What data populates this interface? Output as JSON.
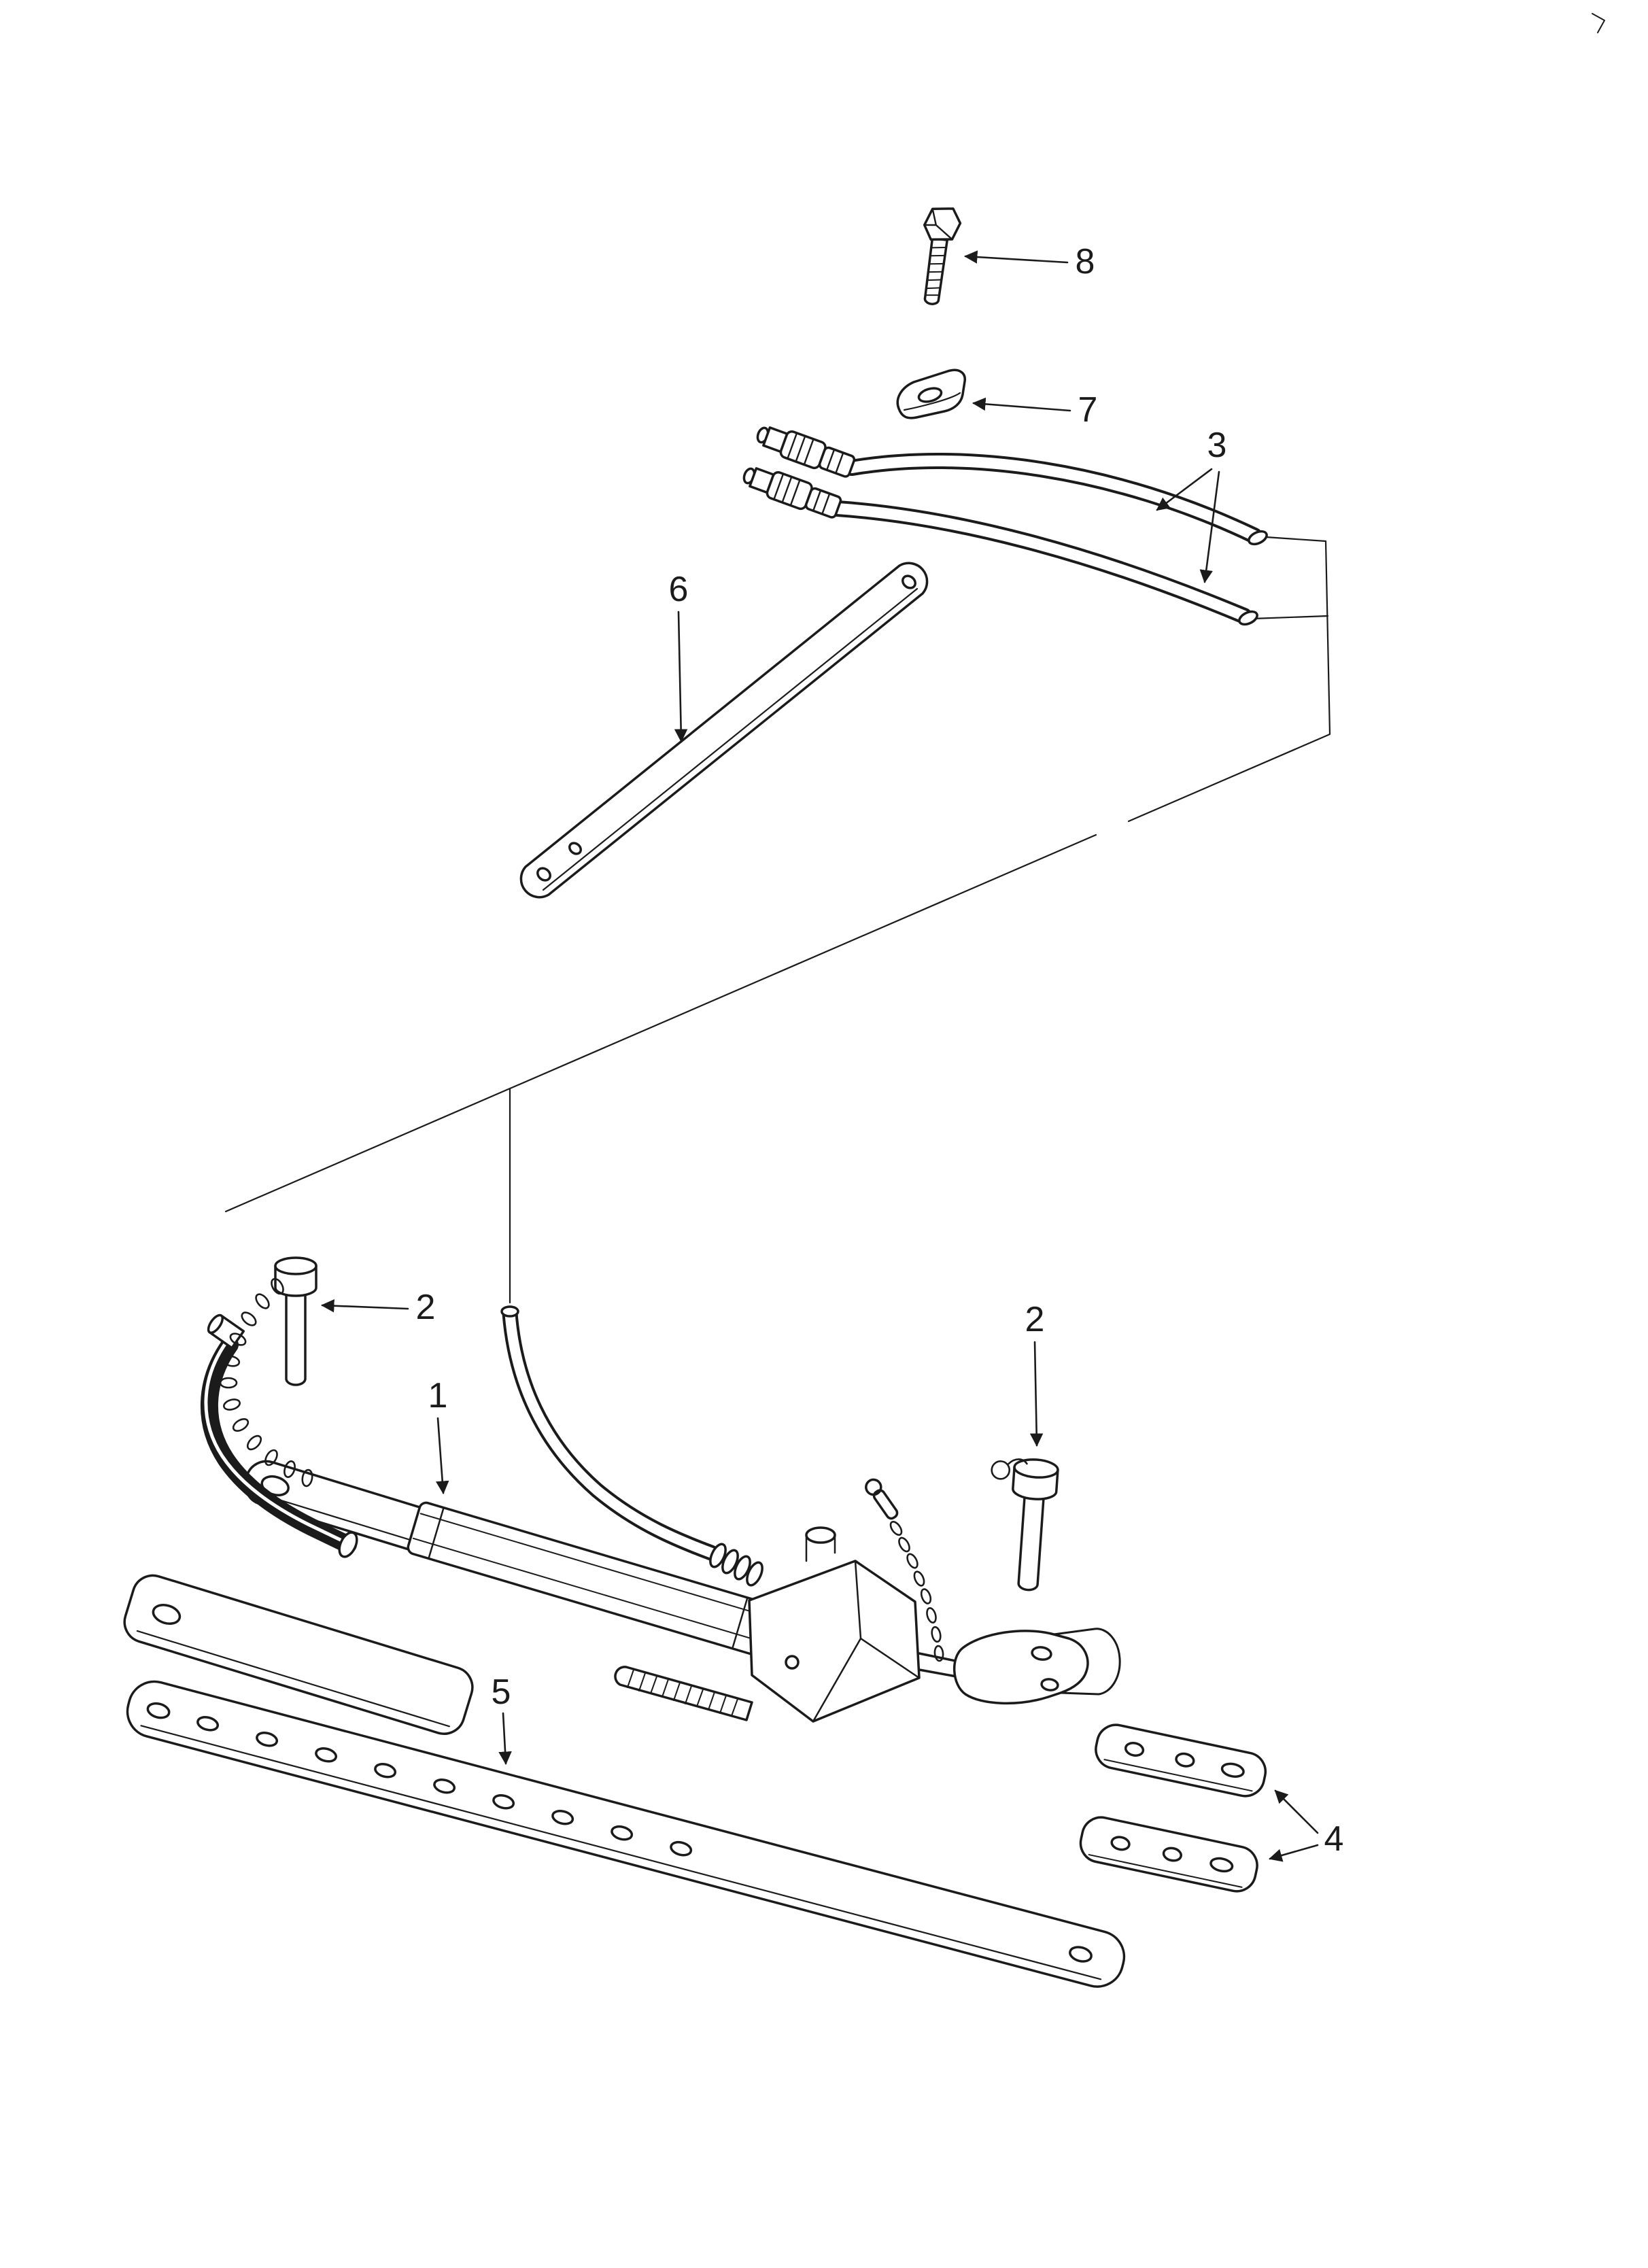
{
  "page": {
    "background": "#ffffff",
    "ink": "#1b1b1b"
  },
  "callouts": {
    "part1": "1",
    "part2_left": "2",
    "part2_right": "2",
    "part3": "3",
    "part4": "4",
    "part5": "5",
    "part6": "6",
    "part7": "7",
    "part8": "8"
  }
}
